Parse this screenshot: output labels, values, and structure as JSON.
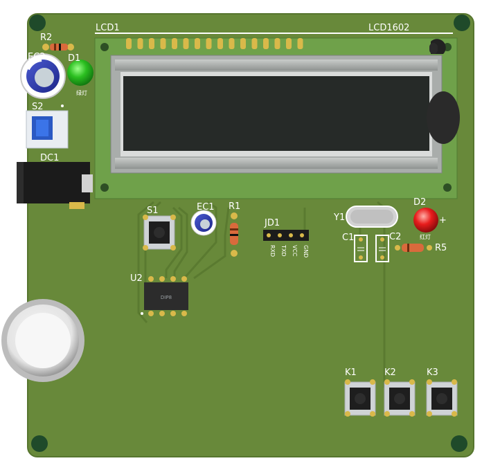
{
  "board": {
    "lcd_ref": "LCD1",
    "lcd_model": "LCD1602",
    "labels": {
      "R2": "R2",
      "EC2": "EC2",
      "D1": "D1",
      "D1_note": "绿灯",
      "S2": "S2",
      "DC1": "DC1",
      "S1": "S1",
      "EC1": "EC1",
      "R1": "R1",
      "JD1": "JD1",
      "Y1": "Y1",
      "D2": "D2",
      "D2_note": "红灯",
      "C1": "C1",
      "C2": "C2",
      "R5": "R5",
      "U2": "U2",
      "K1": "K1",
      "K2": "K2",
      "K3": "K3"
    },
    "header_pins": [
      "RXD",
      "TXD",
      "VCC",
      "GND"
    ],
    "chip_text": "DIP8",
    "plus_sign": "+"
  },
  "colors": {
    "board": "#68893a",
    "silkscreen": "#ffffff",
    "lcd_frame": "#6fa14a",
    "lcd_screen": "#262a28",
    "led_green": "#2bbf20",
    "led_red": "#e81c1c",
    "pad_gold": "#d9b94a"
  }
}
